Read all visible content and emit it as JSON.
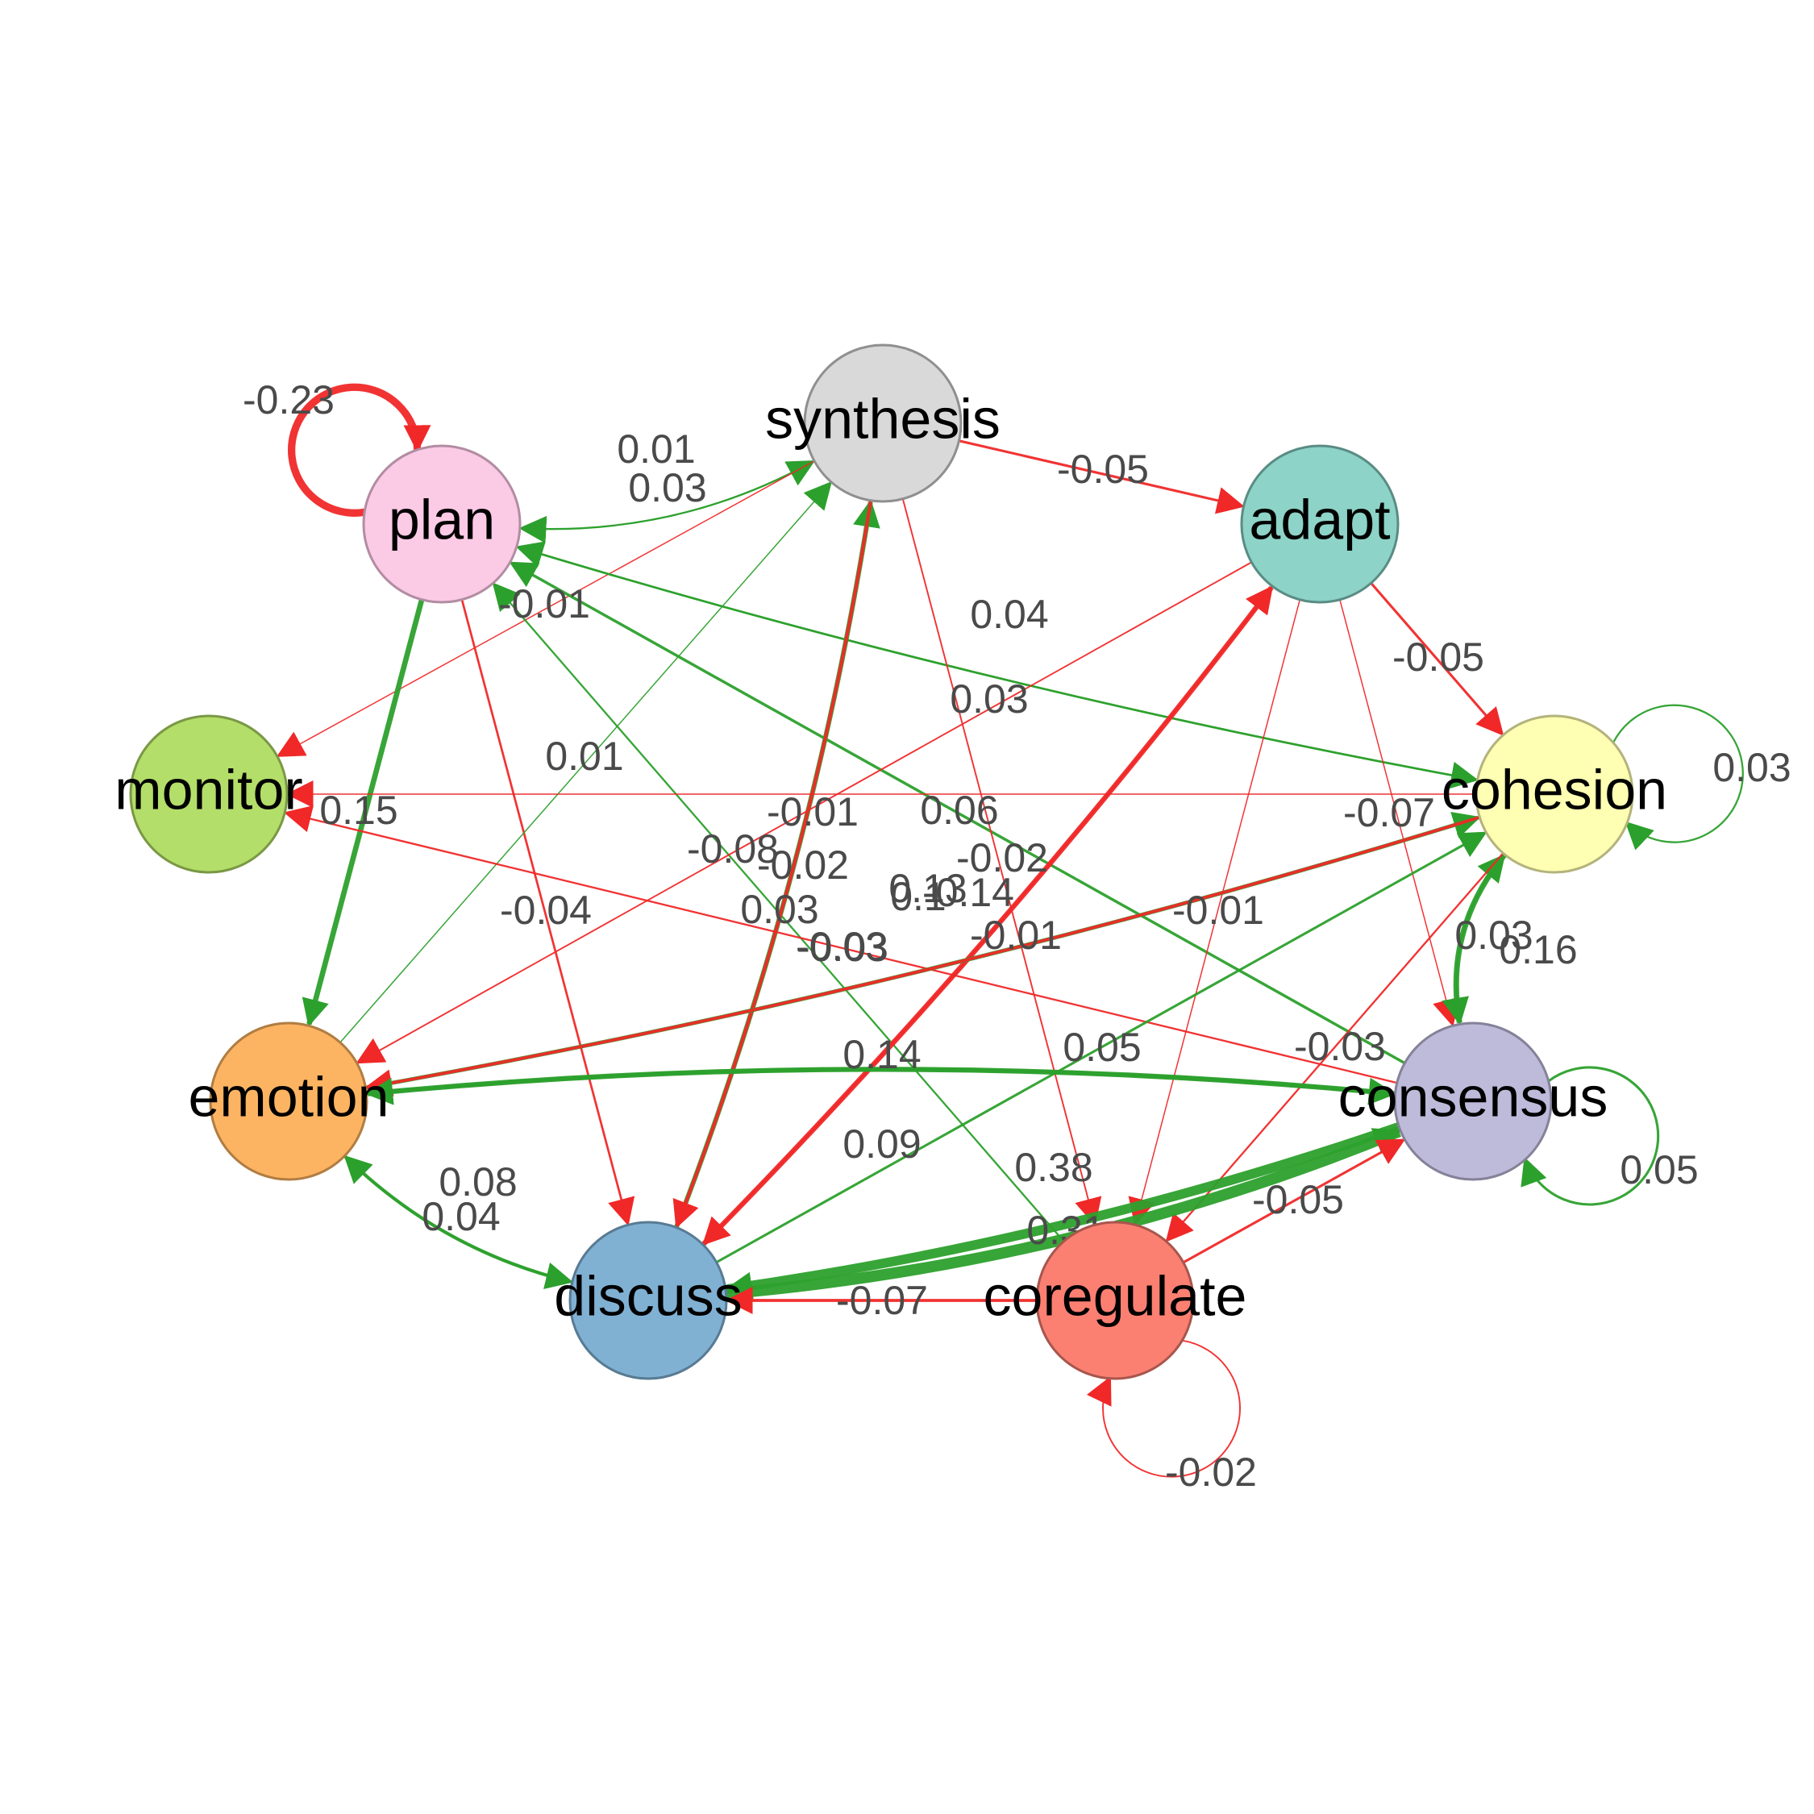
{
  "colors": {
    "positive": "#2ca02c",
    "negative": "#f02828"
  },
  "nodes": [
    {
      "id": "plan",
      "label": "plan",
      "fill": "#fbcae5",
      "stroke": "#b28da2"
    },
    {
      "id": "synthesis",
      "label": "synthesis",
      "fill": "#d9d9d9",
      "stroke": "#8f8f8f"
    },
    {
      "id": "adapt",
      "label": "adapt",
      "fill": "#8dd3c7",
      "stroke": "#5a8c84"
    },
    {
      "id": "monitor",
      "label": "monitor",
      "fill": "#b3de69",
      "stroke": "#7a9845"
    },
    {
      "id": "cohesion",
      "label": "cohesion",
      "fill": "#ffffb3",
      "stroke": "#b3b37c"
    },
    {
      "id": "emotion",
      "label": "emotion",
      "fill": "#fdb462",
      "stroke": "#b07d42"
    },
    {
      "id": "consensus",
      "label": "consensus",
      "fill": "#bebada",
      "stroke": "#848198"
    },
    {
      "id": "discuss",
      "label": "discuss",
      "fill": "#80b1d3",
      "stroke": "#587b93"
    },
    {
      "id": "coregulate",
      "label": "coregulate",
      "fill": "#fb8072",
      "stroke": "#a8564d"
    }
  ],
  "edges": [
    {
      "from": "plan",
      "to": "plan",
      "weight": -0.23,
      "label": "-0.23"
    },
    {
      "from": "plan",
      "to": "synthesis",
      "weight": 0.03,
      "label": "0.03"
    },
    {
      "from": "synthesis",
      "to": "plan",
      "weight": 0.01,
      "label": "0.01"
    },
    {
      "from": "synthesis",
      "to": "adapt",
      "weight": -0.05,
      "label": "-0.05"
    },
    {
      "from": "synthesis",
      "to": "monitor",
      "weight": -0.01,
      "label": "-0.01"
    },
    {
      "from": "plan",
      "to": "emotion",
      "weight": 0.15,
      "label": "0.15"
    },
    {
      "from": "plan",
      "to": "discuss",
      "weight": -0.04,
      "label": "-0.04"
    },
    {
      "from": "plan",
      "to": "cohesion",
      "weight": 0.03,
      "label": "0.03"
    },
    {
      "from": "cohesion",
      "to": "plan",
      "weight": 0.04,
      "label": "0.04"
    },
    {
      "from": "consensus",
      "to": "plan",
      "weight": 0.06,
      "label": "0.06"
    },
    {
      "from": "coregulate",
      "to": "plan",
      "weight": 0.03,
      "label": "0.03"
    },
    {
      "from": "emotion",
      "to": "synthesis",
      "weight": 0.01,
      "label": "0.01"
    },
    {
      "from": "discuss",
      "to": "synthesis",
      "weight": 0.13,
      "label": "0.13"
    },
    {
      "from": "synthesis",
      "to": "discuss",
      "weight": -0.08,
      "label": "-0.08"
    },
    {
      "from": "synthesis",
      "to": "coregulate",
      "weight": -0.02,
      "label": "-0.02"
    },
    {
      "from": "adapt",
      "to": "cohesion",
      "weight": -0.05,
      "label": "-0.05"
    },
    {
      "from": "adapt",
      "to": "consensus",
      "weight": -0.01,
      "label": "-0.01"
    },
    {
      "from": "adapt",
      "to": "emotion",
      "weight": -0.02,
      "label": "-0.02"
    },
    {
      "from": "adapt",
      "to": "coregulate",
      "weight": -0.01,
      "label": "-0.01"
    },
    {
      "from": "discuss",
      "to": "adapt",
      "weight": -0.14,
      "label": "-0.14"
    },
    {
      "from": "adapt",
      "to": "discuss",
      "weight": -0.03,
      "label": "-0.03"
    },
    {
      "from": "cohesion",
      "to": "monitor",
      "weight": -0.01,
      "label": "-0.01"
    },
    {
      "from": "consensus",
      "to": "monitor",
      "weight": -0.03,
      "label": "-0.03"
    },
    {
      "from": "cohesion",
      "to": "cohesion",
      "weight": 0.03,
      "label": "0.03"
    },
    {
      "from": "emotion",
      "to": "cohesion",
      "weight": 0.1,
      "label": "0.1"
    },
    {
      "from": "cohesion",
      "to": "emotion",
      "weight": -0.07,
      "label": "-0.07"
    },
    {
      "from": "cohesion",
      "to": "consensus",
      "weight": 0.16,
      "label": "0.16"
    },
    {
      "from": "consensus",
      "to": "cohesion",
      "weight": 0.03,
      "label": "0.03"
    },
    {
      "from": "discuss",
      "to": "cohesion",
      "weight": 0.05,
      "label": "0.05"
    },
    {
      "from": "cohesion",
      "to": "coregulate",
      "weight": -0.03,
      "label": "-0.03"
    },
    {
      "from": "consensus",
      "to": "emotion",
      "weight": 0.14,
      "label": "0.14"
    },
    {
      "from": "emotion",
      "to": "consensus",
      "weight": 0.09,
      "label": "0.09"
    },
    {
      "from": "emotion",
      "to": "discuss",
      "weight": 0.08,
      "label": "0.08"
    },
    {
      "from": "discuss",
      "to": "emotion",
      "weight": 0.04,
      "label": "0.04"
    },
    {
      "from": "consensus",
      "to": "consensus",
      "weight": 0.05,
      "label": "0.05"
    },
    {
      "from": "discuss",
      "to": "consensus",
      "weight": 0.38,
      "label": "0.38"
    },
    {
      "from": "consensus",
      "to": "discuss",
      "weight": 0.31,
      "label": "0.31"
    },
    {
      "from": "coregulate",
      "to": "consensus",
      "weight": -0.05,
      "label": "-0.05"
    },
    {
      "from": "coregulate",
      "to": "discuss",
      "weight": -0.07,
      "label": "-0.07"
    },
    {
      "from": "coregulate",
      "to": "coregulate",
      "weight": -0.02,
      "label": "-0.02"
    }
  ]
}
